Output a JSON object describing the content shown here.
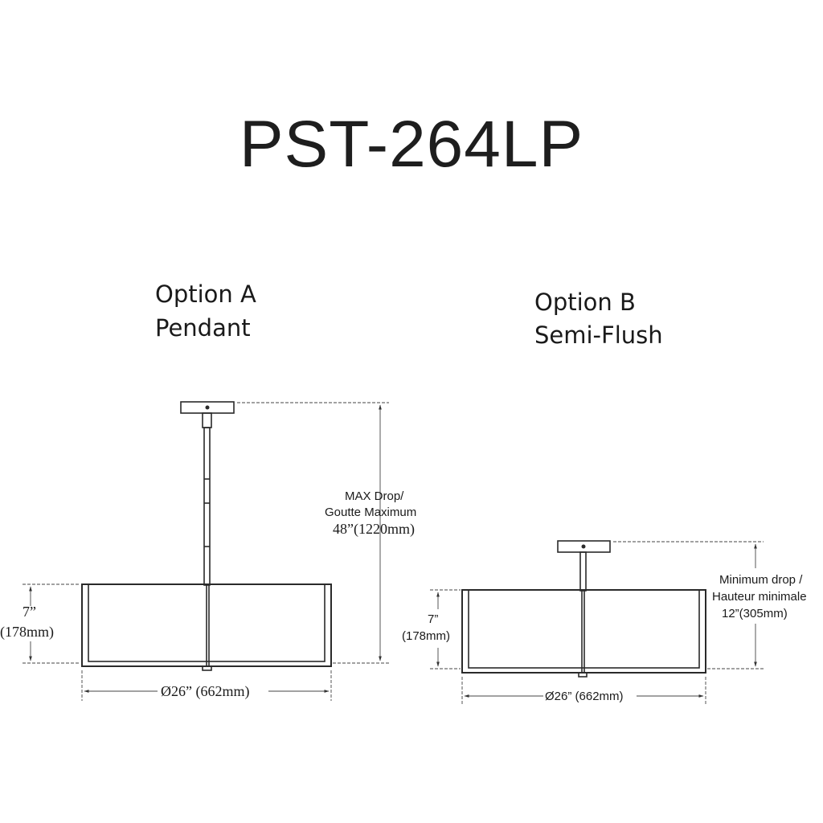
{
  "title": "PST-264LP",
  "option_a": {
    "line1": "Option A",
    "line2": "Pendant",
    "max_drop": {
      "line1": "MAX Drop/",
      "line2": "Goutte Maximum",
      "line3": "48”(1220mm)"
    },
    "height": {
      "inches": "7”",
      "mm": "(178mm)"
    },
    "diameter": "Ø26” (662mm)"
  },
  "option_b": {
    "line1": "Option B",
    "line2": "Semi-Flush",
    "min_drop": {
      "line1": "Minimum drop /",
      "line2": "Hauteur minimale",
      "line3": "12”(305mm)"
    },
    "height": {
      "inches": "7”",
      "mm": "(178mm)"
    },
    "diameter": "Ø26” (662mm)"
  }
}
